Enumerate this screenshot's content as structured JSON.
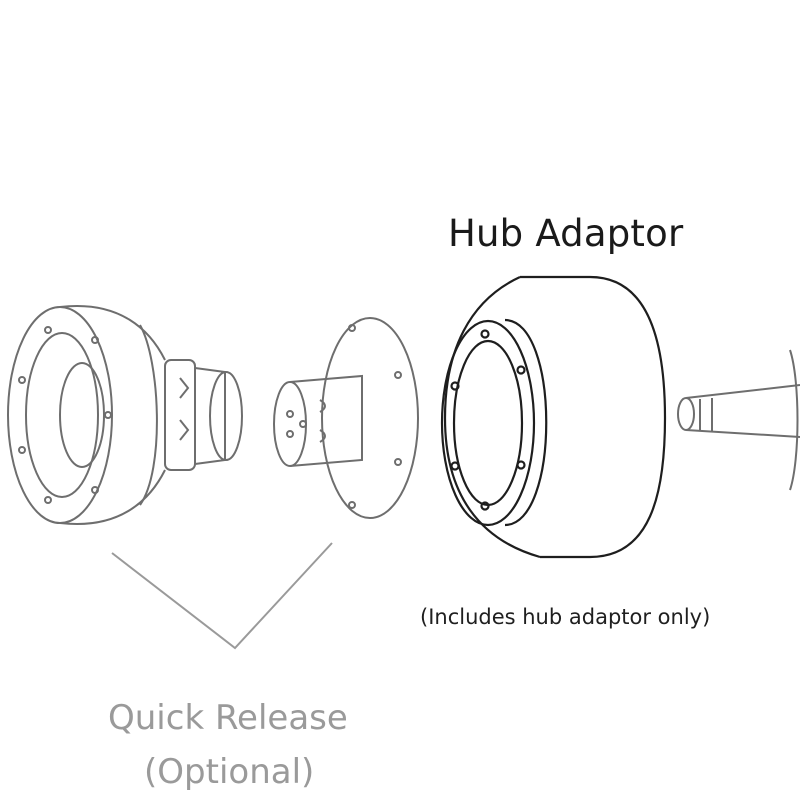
{
  "labels": {
    "hub_title": "Hub Adaptor",
    "note": "(Includes hub adaptor only)",
    "quick_release_line1": "Quick Release",
    "quick_release_line2": "(Optional)"
  }
}
